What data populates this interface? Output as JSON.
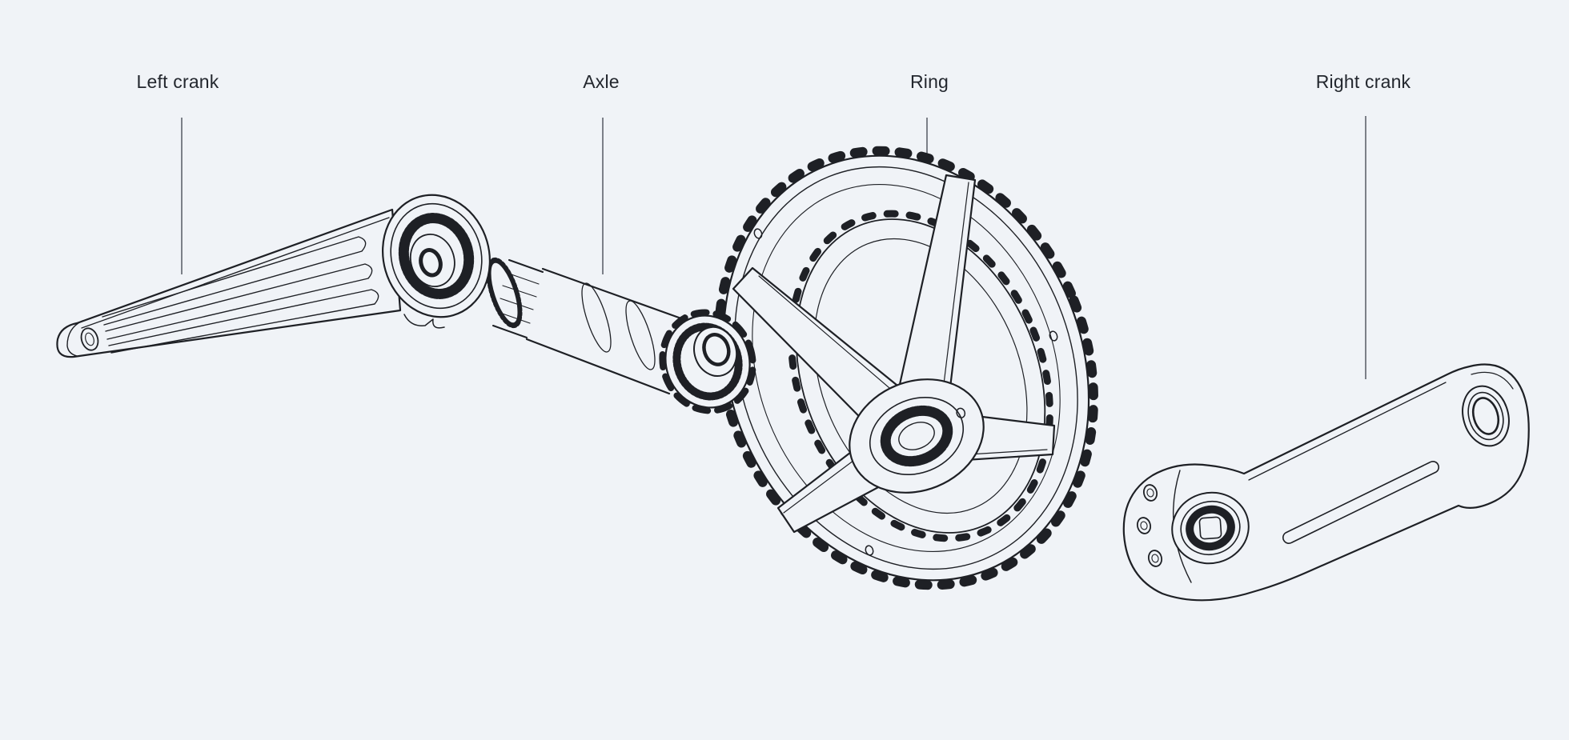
{
  "diagram": {
    "kind": "exploded-parts-line-drawing",
    "labels": {
      "left_crank": "Left crank",
      "axle": "Axle",
      "ring": "Ring",
      "right_crank": "Right crank"
    },
    "colors": {
      "background": "#f0f3f7",
      "line_art": "#1e2025",
      "label_text": "#23272e",
      "leader_line": "#5f646c"
    }
  }
}
